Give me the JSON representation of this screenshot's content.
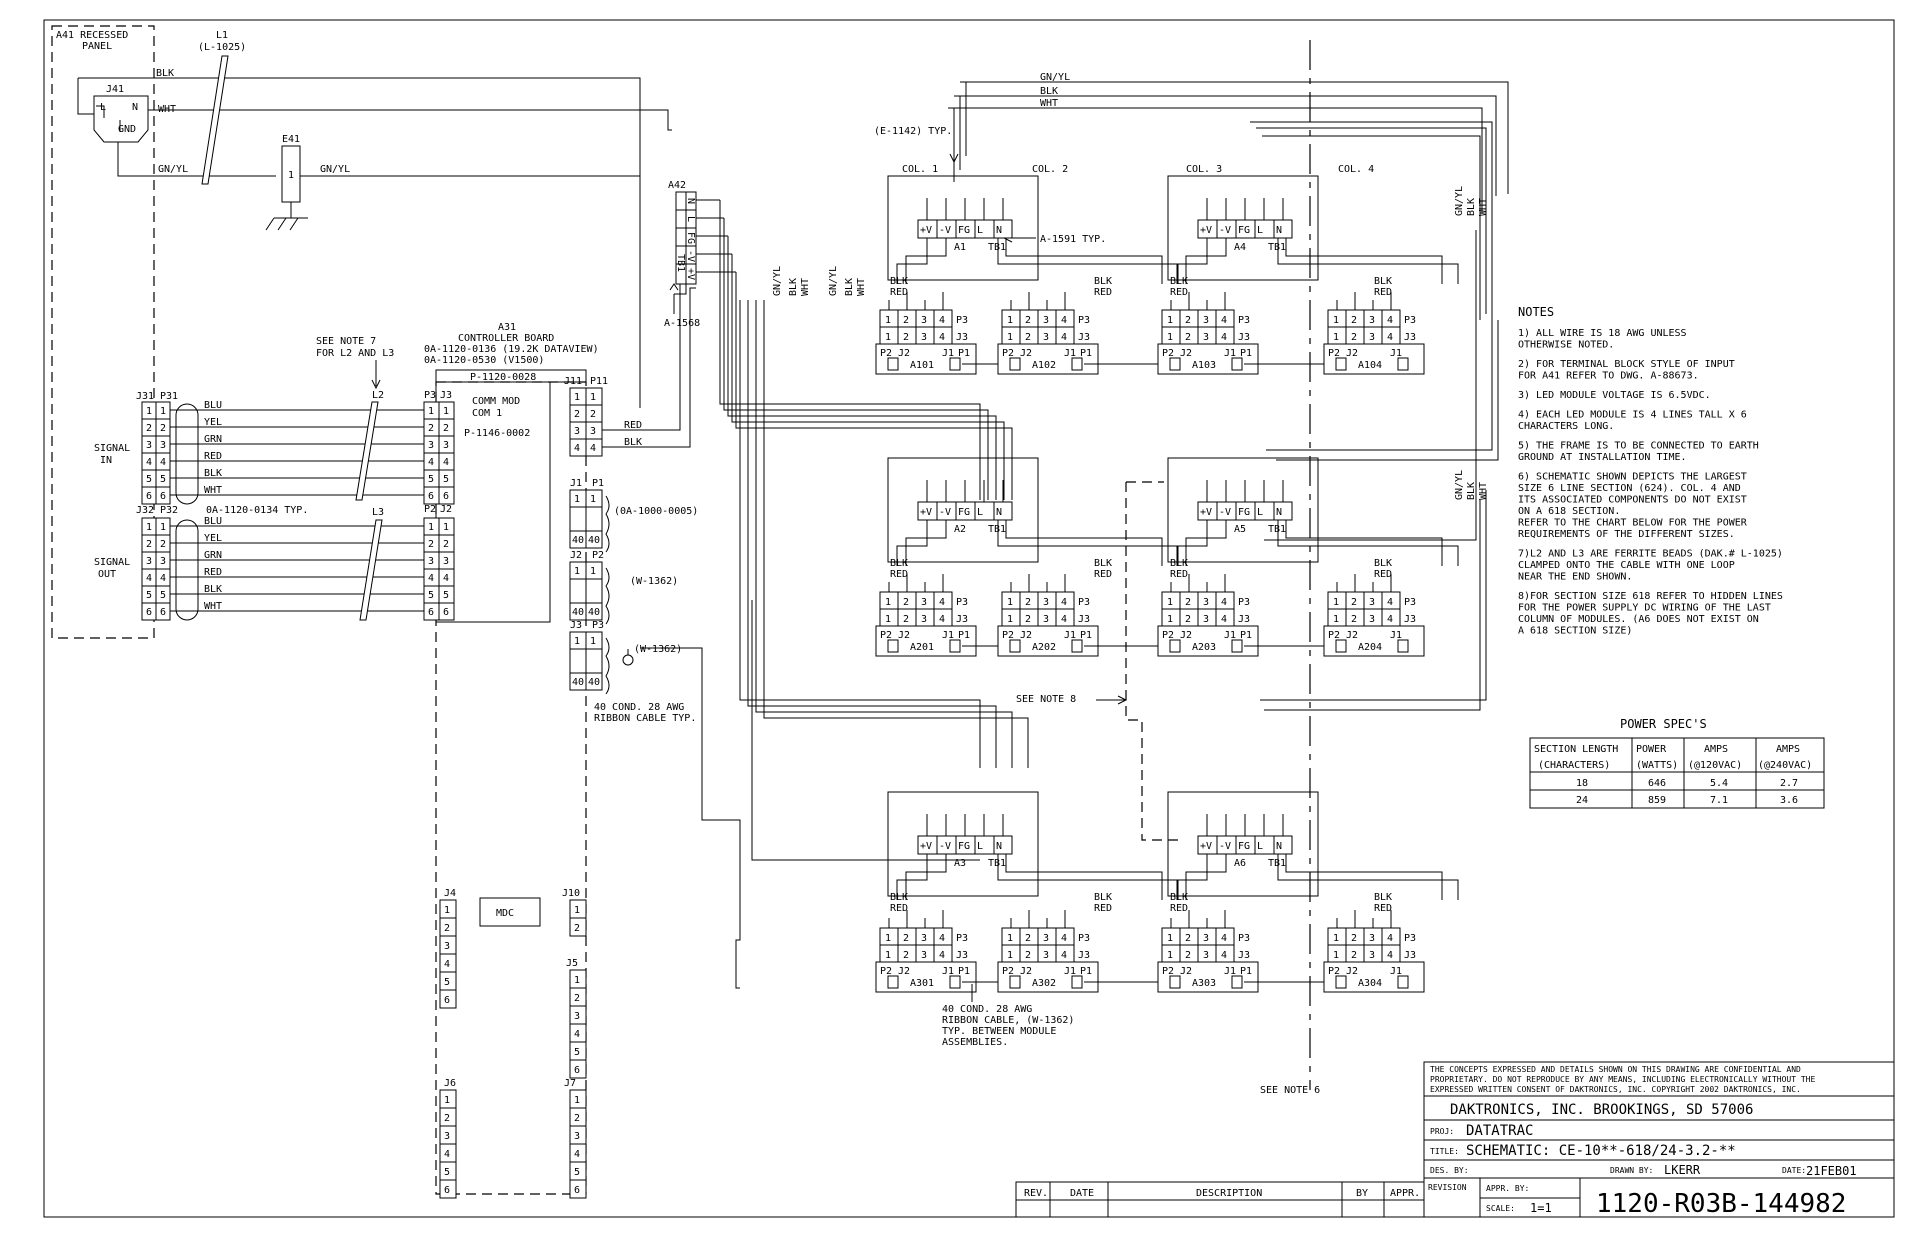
{
  "panel": {
    "title_line1": "A41 RECESSED",
    "title_line2": "PANEL"
  },
  "power_inlet": {
    "ref": "J41",
    "pins": [
      "L",
      "N",
      "GND"
    ],
    "wires": [
      "BLK",
      "WHT",
      "GN/YL"
    ]
  },
  "ferrite": {
    "ref": "L1",
    "part": "(L-1025)"
  },
  "ground": {
    "ref": "E41",
    "pin": "1",
    "wire": "GN/YL"
  },
  "controller": {
    "ref": "A31",
    "name": "CONTROLLER BOARD",
    "part1": "0A-1120-0136 (19.2K DATAVIEW)",
    "part2": "0A-1120-0530 (V1500)",
    "sub_part": "P-1120-0028",
    "comm_title": "COMM MOD",
    "comm_sub": "COM 1",
    "comm_part": "P-1146-0002",
    "mdc": "MDC"
  },
  "see_note7": {
    "line1": "SEE NOTE 7",
    "line2": "FOR L2 AND L3"
  },
  "signal_in": {
    "line1": "SIGNAL",
    "line2": "IN",
    "j": "J31",
    "p": "P31"
  },
  "signal_out": {
    "line1": "SIGNAL",
    "line2": "OUT",
    "j": "J32",
    "p": "P32",
    "cable": "0A-1120-0134 TYP."
  },
  "signal_colors": [
    "BLU",
    "YEL",
    "GRN",
    "RED",
    "BLK",
    "WHT"
  ],
  "conn_refs": {
    "p3": "P3",
    "j3": "J3",
    "p2": "P2",
    "j2": "J2",
    "l2": "L2",
    "l3": "L3",
    "j11": "J11",
    "p11": "P11",
    "j1": "J1",
    "p1": "P1",
    "j2b": "J2",
    "p2b": "P2",
    "j3b": "J3",
    "p3b": "P3",
    "j4": "J4",
    "j5": "J5",
    "j6": "J6",
    "j7": "J7",
    "j10": "J10"
  },
  "p11_wires": [
    "RED",
    "BLK"
  ],
  "cables": {
    "c1": "(0A-1000-0005)",
    "c2": "(W-1362)",
    "c3": "(W-1362)",
    "ribbon1": "40 COND. 28 AWG",
    "ribbon2": "RIBBON CABLE TYP."
  },
  "a42": {
    "ref": "A42",
    "pins": [
      "N",
      "L",
      "FG",
      "-V",
      "+V"
    ],
    "tb": "TB1",
    "part": "A-1568"
  },
  "bus_wires": [
    "GN/YL",
    "BLK",
    "WHT"
  ],
  "annotations": {
    "e1142": "(E-1142) TYP.",
    "a1591": "A-1591 TYP.",
    "col1": "COL. 1",
    "col2": "COL. 2",
    "col3": "COL. 3",
    "col4": "COL. 4",
    "see_note8": "SEE NOTE 8",
    "see_note6": "SEE NOTE 6"
  },
  "supply_labels": {
    "a1": "A1",
    "a2": "A2",
    "a3": "A3",
    "a4": "A4",
    "a5": "A5",
    "a6": "A6",
    "tb": "TB1",
    "terms": [
      "+V",
      "-V",
      "FG",
      "L",
      "N"
    ],
    "dc": [
      "BLK",
      "RED"
    ]
  },
  "modules": [
    "A101",
    "A102",
    "A103",
    "A104",
    "A201",
    "A202",
    "A203",
    "A204",
    "A301",
    "A302",
    "A303",
    "A304"
  ],
  "module_pins": [
    "1",
    "2",
    "3",
    "4"
  ],
  "module_conn": {
    "p3": "P3",
    "j3": "J3",
    "p2": "P2",
    "j2": "J2",
    "j1": "J1",
    "p1": "P1"
  },
  "ribbon_note": {
    "line1": "40 COND. 28 AWG",
    "line2": "RIBBON CABLE, (W-1362)",
    "line3": "TYP. BETWEEN MODULE",
    "line4": "ASSEMBLIES."
  },
  "notes": {
    "title": "NOTES",
    "lines": [
      "1) ALL WIRE IS 18 AWG UNLESS",
      "   OTHERWISE NOTED.",
      "2) FOR TERMINAL BLOCK STYLE OF INPUT",
      "   FOR A41 REFER TO DWG. A-88673.",
      "3) LED MODULE VOLTAGE IS 6.5VDC.",
      "4) EACH LED MODULE IS 4 LINES TALL X 6",
      "   CHARACTERS LONG.",
      "5) THE FRAME IS TO BE CONNECTED TO EARTH",
      "   GROUND AT INSTALLATION TIME.",
      "6) SCHEMATIC SHOWN DEPICTS THE LARGEST",
      "   SIZE 6 LINE SECTION (624). COL. 4 AND",
      "   ITS ASSOCIATED COMPONENTS DO NOT EXIST",
      "   ON A 618 SECTION.",
      "   REFER TO THE CHART BELOW FOR THE POWER",
      "   REQUIREMENTS OF THE DIFFERENT SIZES.",
      "7)L2 AND L3 ARE FERRITE BEADS (DAK.# L-1025)",
      "   CLAMPED ONTO THE CABLE WITH ONE LOOP",
      "   NEAR THE END SHOWN.",
      "8)FOR SECTION SIZE 618 REFER TO HIDDEN LINES",
      "   FOR THE POWER SUPPLY DC WIRING OF THE LAST",
      "   COLUMN OF MODULES. (A6 DOES NOT EXIST ON",
      "   A 618 SECTION SIZE)"
    ]
  },
  "power_table": {
    "title": "POWER SPEC'S",
    "header1": [
      "SECTION LENGTH",
      "POWER",
      "AMPS",
      "AMPS"
    ],
    "header2": [
      "(CHARACTERS)",
      "(WATTS)",
      "(@120VAC)",
      "(@240VAC)"
    ],
    "rows": [
      [
        "18",
        "646",
        "5.4",
        "2.7"
      ],
      [
        "24",
        "859",
        "7.1",
        "3.6"
      ]
    ]
  },
  "title_block": {
    "confidential1": "THE CONCEPTS  EXPRESSED  AND  DETAILS SHOWN ON THIS DRAWING ARE CONFIDENTIAL AND",
    "confidential2": "PROPRIETARY.  DO NOT REPRODUCE BY ANY MEANS, INCLUDING ELECTRONICALLY WITHOUT THE",
    "confidential3": "EXPRESSED WRITTEN CONSENT OF DAKTRONICS, INC.        COPYRIGHT 2002 DAKTRONICS, INC.",
    "company": "DAKTRONICS, INC.  BROOKINGS, SD 57006",
    "proj_label": "PROJ:",
    "proj": "DATATRAC",
    "title_label": "TITLE:",
    "title": "SCHEMATIC: CE-10**-618/24-3.2-**",
    "des_label": "DES. BY:",
    "drawn_label": "DRAWN BY:",
    "drawn": "LKERR",
    "date_label": "DATE:",
    "date": "21FEB01",
    "revision_label": "REVISION",
    "appr_label": "APPR. BY:",
    "scale_label": "SCALE:",
    "scale": "1=1",
    "dwg_no": "1120-R03B-144982"
  },
  "revision_table": {
    "headers": [
      "REV.",
      "DATE",
      "DESCRIPTION",
      "BY",
      "APPR."
    ]
  }
}
